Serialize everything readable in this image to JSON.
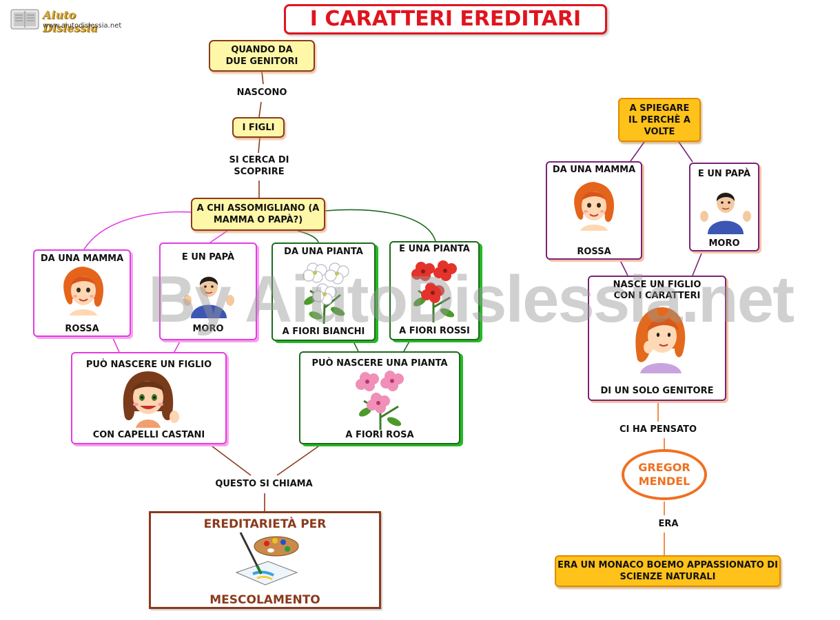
{
  "title": "I CARATTERI EREDITARI",
  "logo": {
    "name": "Aiuto Dislessia",
    "url": "www.aiutodislessia.net"
  },
  "watermark": "By AiutoDislessia.net",
  "left": {
    "parents_box": "QUANDO DA DUE GENITORI",
    "link_nascono": "NASCONO",
    "children_box": "I FIGLI",
    "link_si_cerca": "SI CERCA DI SCOPRIRE",
    "resemble_box": "A CHI ASSOMIGLIANO (A MAMMA O PAPÀ?)",
    "mom": {
      "top": "DA UNA MAMMA",
      "bottom": "ROSSA"
    },
    "dad": {
      "top": "E UN PAPÀ",
      "bottom": "MORO"
    },
    "plant1": {
      "top": "DA UNA PIANTA",
      "bottom": "A FIORI BIANCHI"
    },
    "plant2": {
      "top": "E UNA PIANTA",
      "bottom": "A FIORI ROSSI"
    },
    "child": {
      "top": "PUÒ NASCERE UN FIGLIO",
      "bottom": "CON CAPELLI CASTANI"
    },
    "plant3": {
      "top": "PUÒ NASCERE UNA PIANTA",
      "bottom": "A FIORI ROSA"
    },
    "link_questo": "QUESTO SI CHIAMA",
    "result": {
      "top": "EREDITARIETÀ PER",
      "bottom": "MESCOLAMENTO"
    }
  },
  "right": {
    "explain_box": "A SPIEGARE IL PERCHÈ A VOLTE",
    "mom": {
      "top": "DA UNA MAMMA",
      "bottom": "ROSSA"
    },
    "dad": {
      "top": "E UN PAPÀ",
      "bottom": "MORO"
    },
    "child": {
      "top": "NASCE UN FIGLIO CON I CARATTERI",
      "bottom": "DI UN SOLO GENITORE"
    },
    "link_pensato": "CI HA PENSATO",
    "scientist": "GREGOR MENDEL",
    "link_era": "ERA",
    "monk_box": "ERA UN MONACO BOEMO APPASSIONATO DI SCIENZE NATURALI"
  },
  "colors": {
    "title_red": "#e0141e",
    "box_yellow": "#fff7a8",
    "box_orange": "#ffc21a",
    "pink_border": "#e23ee0",
    "green_border": "#1c6a1c",
    "purple_border": "#7a2277",
    "brown": "#8b3a1c",
    "mendel_orange": "#f07020"
  },
  "icons": [
    "book-logo-icon",
    "red-haired-woman-icon",
    "dark-haired-man-icon",
    "white-flower-icon",
    "red-flower-icon",
    "brown-haired-girl-icon",
    "pink-flower-icon",
    "palette-brush-icon",
    "red-haired-girl-icon"
  ]
}
